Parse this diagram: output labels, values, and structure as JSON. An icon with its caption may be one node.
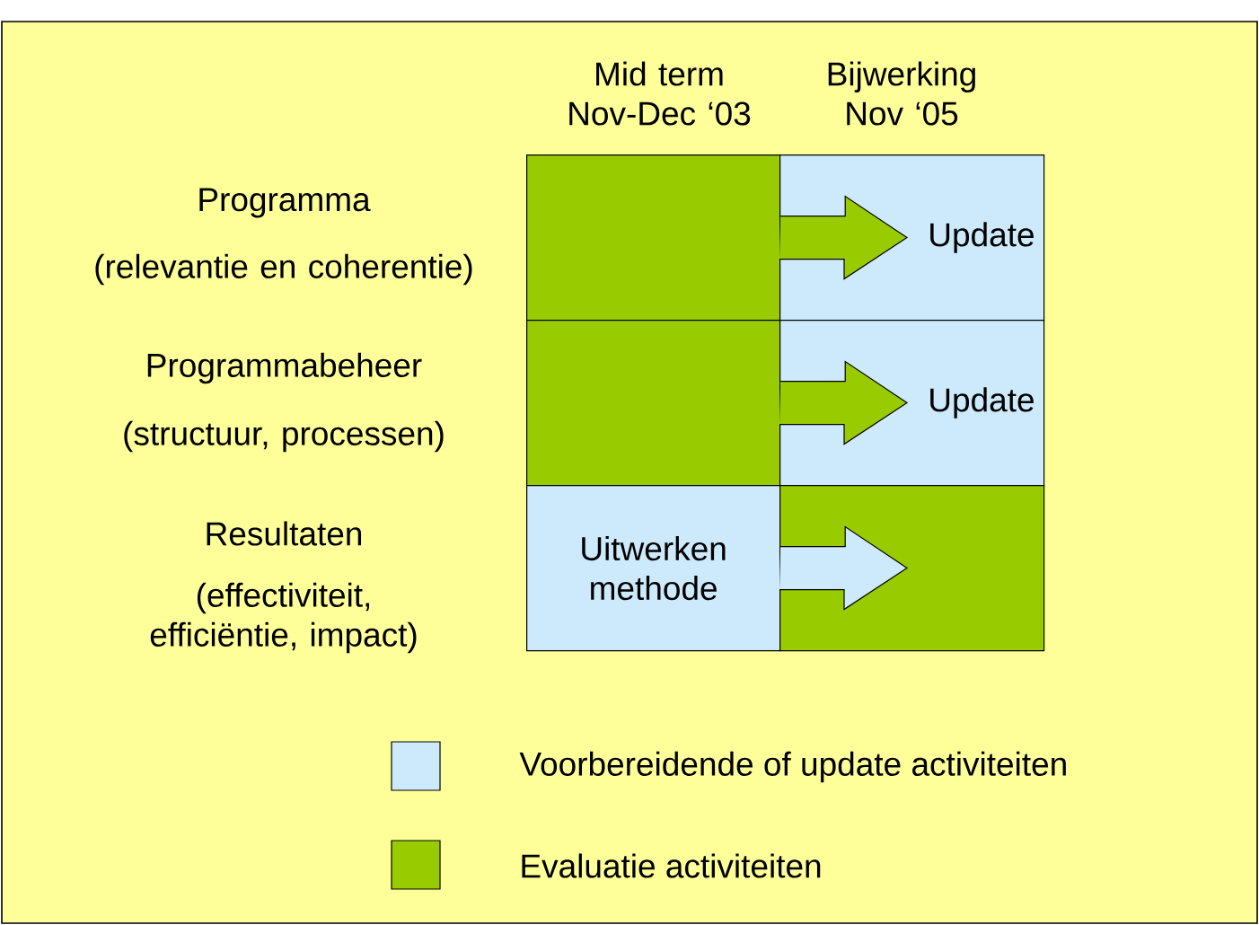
{
  "diagram": {
    "nodes": [
      {
        "text": [],
        "shape": "box"
      },
      {
        "text": [
          "Update"
        ]
      },
      {
        "text": [],
        "shape": "box"
      },
      {
        "text": [
          "Update"
        ]
      },
      {
        "text": [
          "Uitwerken methode"
        ]
      },
      {
        "text": [],
        "shape": "box"
      }
    ],
    "edges": [
      {
        "from": 0,
        "to": 1,
        "arrow": "to"
      },
      {
        "from": 2,
        "to": 3,
        "arrow": "to"
      },
      {
        "from": 4,
        "to": 5,
        "arrow": "to",
        "color": "#cdeafc"
      }
    ],
    "labels": [
      "Mid term Nov-Dec ‘03",
      "Bijwerking Nov ‘05",
      "Programma",
      "(relevantie en coherentie)",
      "Programmabeheer",
      "(structuur, processen)",
      "Resultaten",
      "(effectiviteit, efficiëntie, impact)"
    ],
    "legend": [
      {
        "text": "Voorbereidende of update activiteiten",
        "color": "#cdeafc"
      },
      {
        "text": "Evaluatie activiteiten",
        "color": "#99cc00"
      }
    ]
  }
}
